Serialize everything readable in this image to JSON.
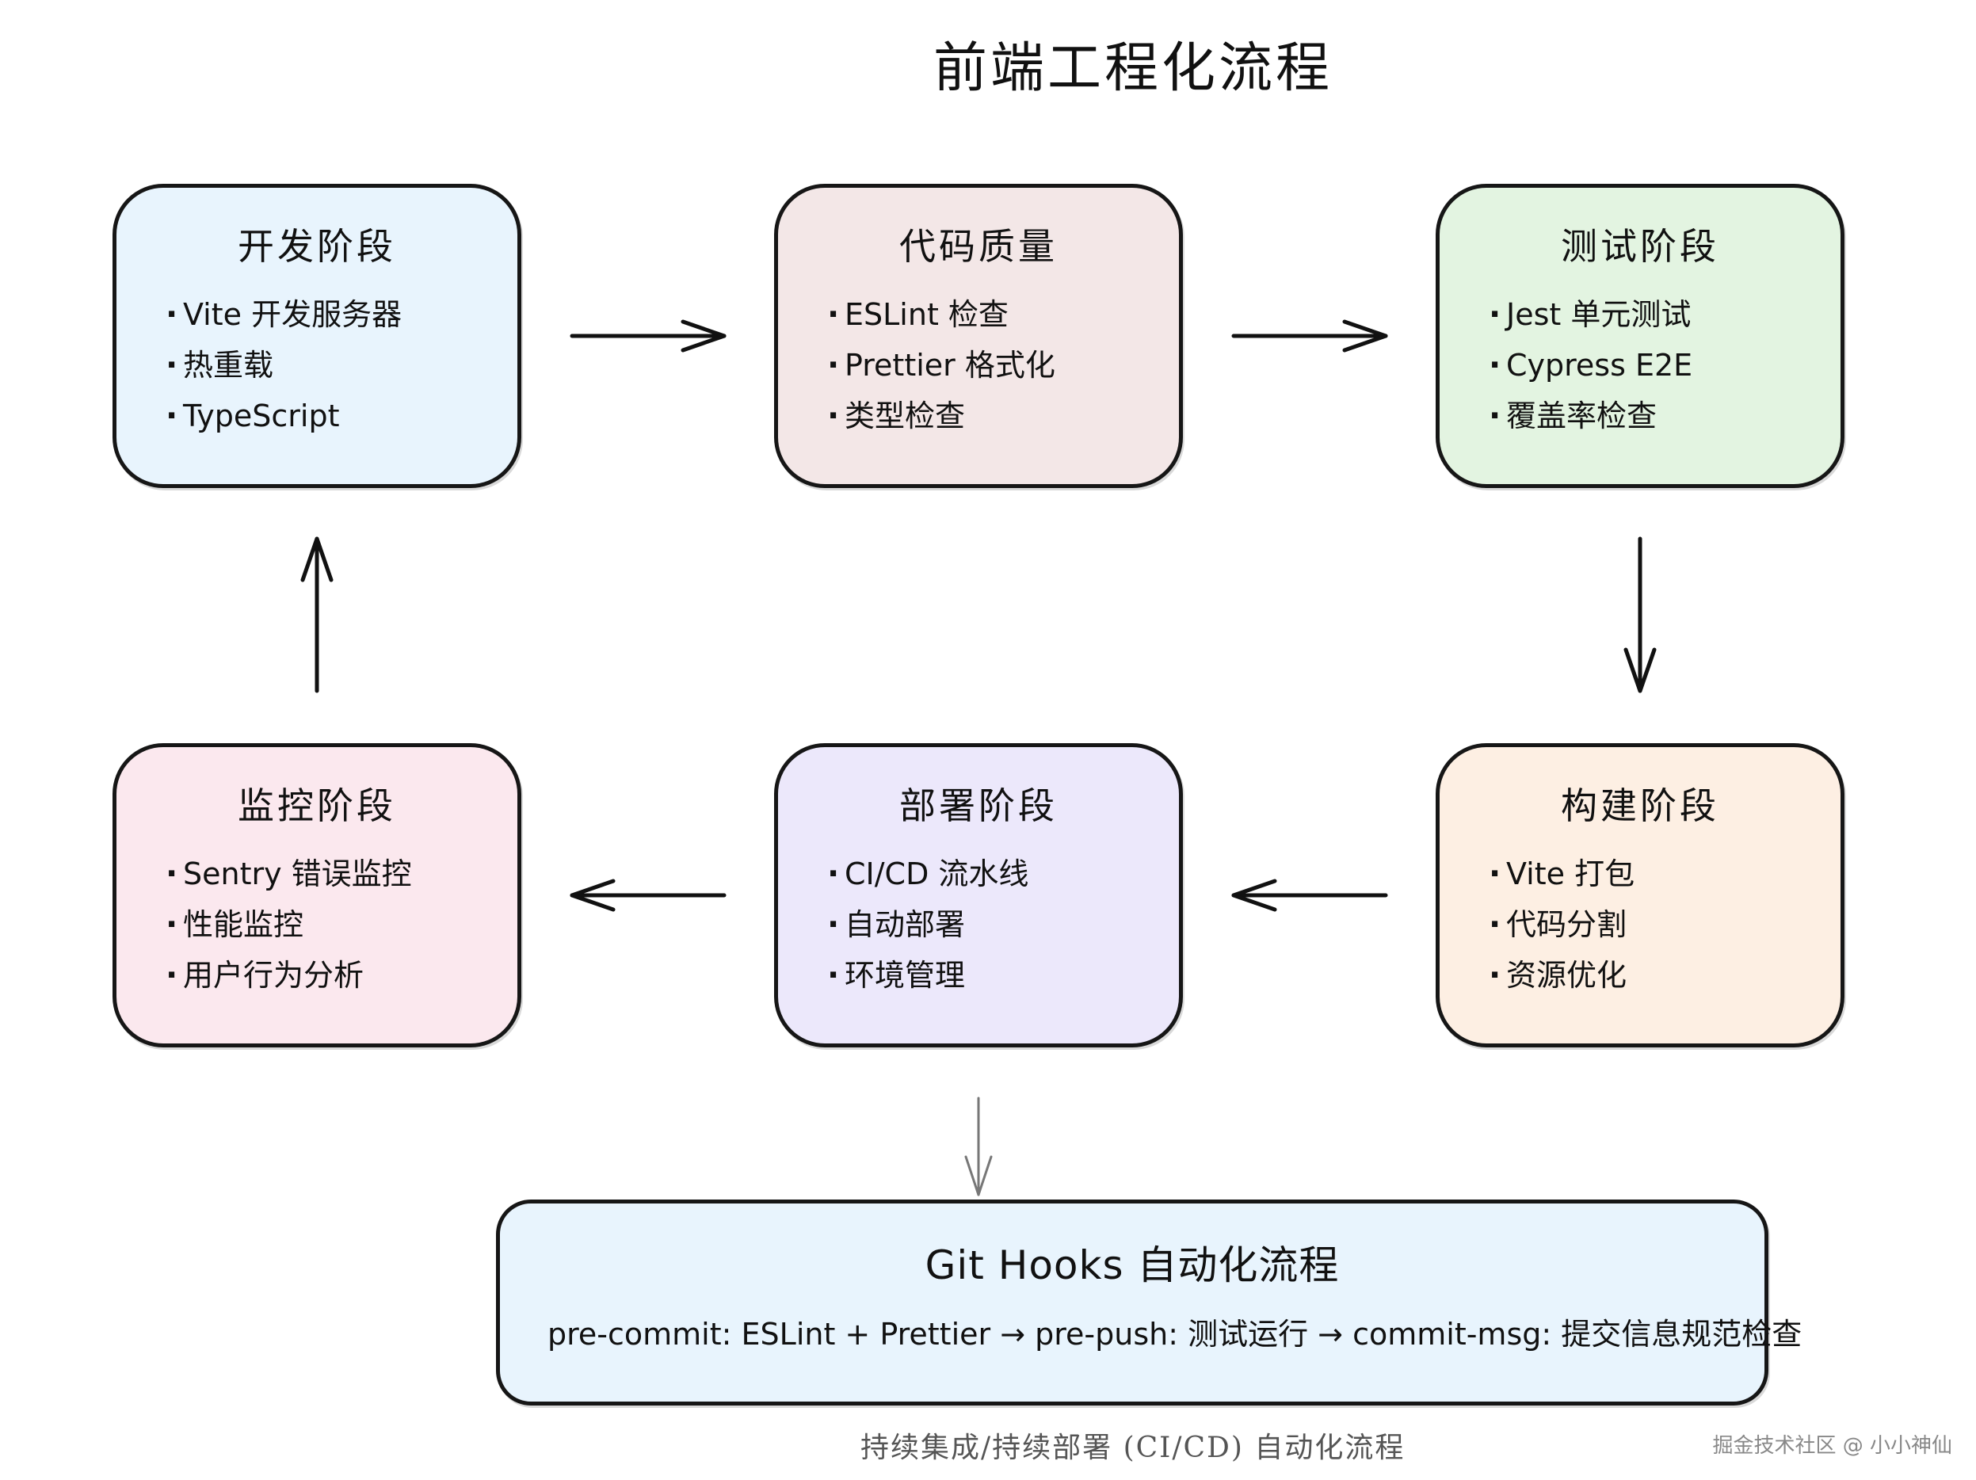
{
  "title": "前端工程化流程",
  "stages": [
    {
      "title": "开发阶段",
      "color": "#e8f4fd",
      "items": [
        "Vite 开发服务器",
        "热重载",
        "TypeScript"
      ]
    },
    {
      "title": "代码质量",
      "color": "#f3e7e7",
      "items": [
        "ESLint 检查",
        "Prettier 格式化",
        "类型检查"
      ]
    },
    {
      "title": "测试阶段",
      "color": "#e3f4e1",
      "items": [
        "Jest 单元测试",
        "Cypress E2E",
        "覆盖率检查"
      ]
    },
    {
      "title": "监控阶段",
      "color": "#fbe8ee",
      "items": [
        "Sentry 错误监控",
        "性能监控",
        "用户行为分析"
      ]
    },
    {
      "title": "部署阶段",
      "color": "#ece8fb",
      "items": [
        "CI/CD 流水线",
        "自动部署",
        "环境管理"
      ]
    },
    {
      "title": "构建阶段",
      "color": "#fdefe3",
      "items": [
        "Vite 打包",
        "代码分割",
        "资源优化"
      ]
    }
  ],
  "hooks": {
    "title": "Git Hooks 自动化流程",
    "flow": "pre-commit: ESLint + Prettier → pre-push: 测试运行 → commit-msg: 提交信息规范检查"
  },
  "caption": "持续集成/持续部署 (CI/CD) 自动化流程",
  "watermark": "掘金技术社区 @ 小小神仙"
}
